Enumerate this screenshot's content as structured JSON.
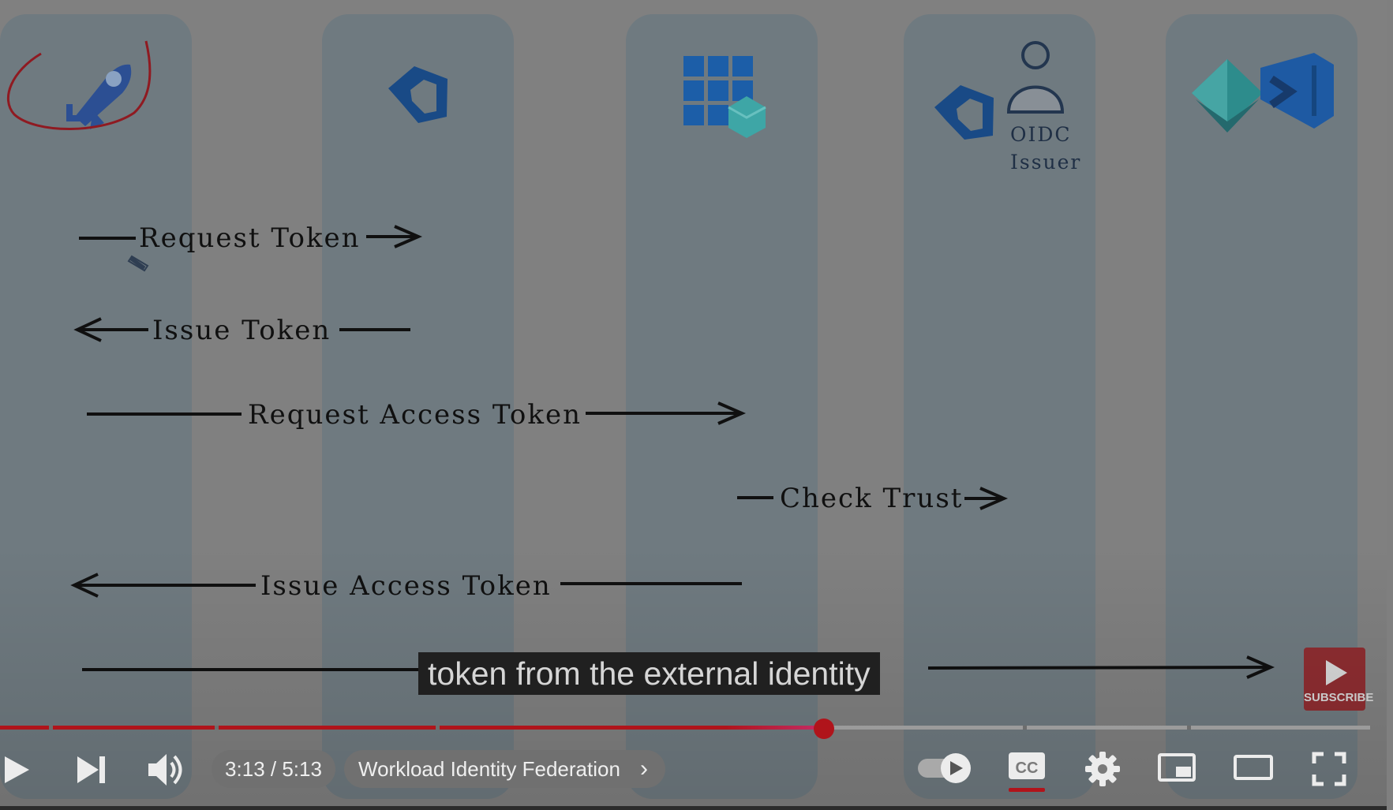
{
  "diagram": {
    "issuer_label_line1": "OIDC",
    "issuer_label_line2": "Issuer",
    "messages": [
      "Request Token",
      "Issue Token",
      "Request Access Token",
      "Check Trust",
      "Issue Access Token"
    ]
  },
  "caption": "token from the external identity",
  "subscribe": {
    "label": "SUBSCRIBE"
  },
  "player": {
    "time_display": "3:13 / 5:13",
    "chapter_title": "Workload Identity Federation",
    "progress_fraction": 0.6016,
    "colors": {
      "accent": "#b0141b",
      "control_pill": "#707070",
      "caption_bg": "#222222"
    },
    "icons": [
      "play-icon",
      "next-icon",
      "volume-icon",
      "chevron-right-icon",
      "autoplay-toggle-icon",
      "closed-captions-icon",
      "settings-icon",
      "miniplayer-icon",
      "theater-mode-icon",
      "fullscreen-icon"
    ]
  }
}
